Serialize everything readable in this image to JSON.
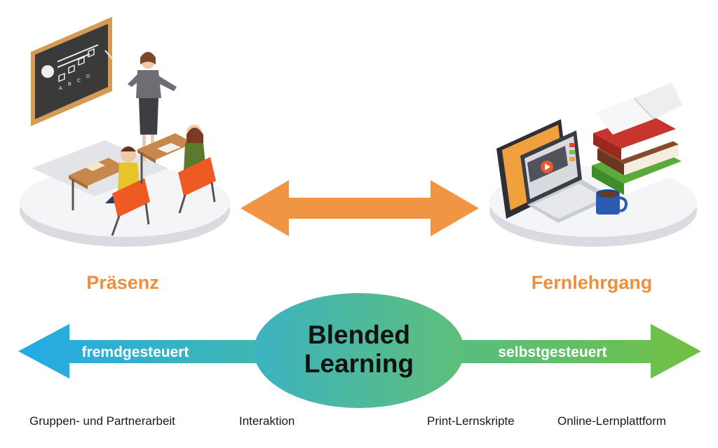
{
  "modes": {
    "left": "Präsenz",
    "right": "Fernlehrgang"
  },
  "center": {
    "line1": "Blended",
    "line2": "Learning"
  },
  "scale": {
    "left": "fremdgesteuert",
    "right": "selbstgesteuert"
  },
  "features": {
    "gruppen": "Gruppen- und Partnerarbeit",
    "interaktion": "Interaktion",
    "print": "Print-Lernskripte",
    "online": "Online-Lernplattform"
  },
  "chalkboard": {
    "options": [
      "A",
      "B",
      "C",
      "D"
    ]
  },
  "colors": {
    "orange": "#ef8f3c",
    "arrow_left": "#29abe2",
    "arrow_right": "#6cc04a",
    "dark": "#111111"
  }
}
